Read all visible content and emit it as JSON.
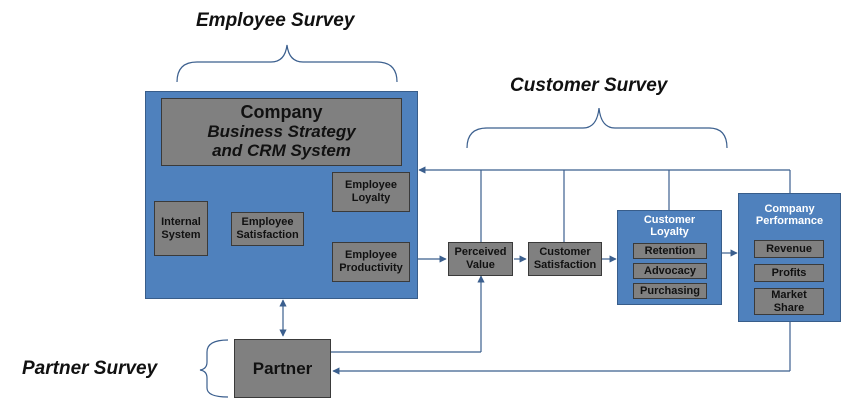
{
  "surveys": {
    "employee": "Employee Survey",
    "customer": "Customer Survey",
    "partner": "Partner Survey"
  },
  "company": {
    "line1": "Company",
    "line2": "Business Strategy",
    "line3": "and CRM System"
  },
  "boxes": {
    "internal_system": "Internal System",
    "employee_satisfaction": "Employee Satisfaction",
    "employee_loyalty": "Employee Loyalty",
    "employee_productivity": "Employee Productivity",
    "perceived_value": "Perceived Value",
    "customer_satisfaction": "Customer Satisfaction",
    "partner": "Partner"
  },
  "customer_loyalty": {
    "title": "Customer Loyalty",
    "items": [
      "Retention",
      "Advocacy",
      "Purchasing"
    ]
  },
  "company_performance": {
    "title": "Company Performance",
    "items": [
      "Revenue",
      "Profits",
      "Market Share"
    ]
  },
  "colors": {
    "blue": "#4f81bd",
    "grey": "#808080",
    "line": "#3b5f8e"
  }
}
